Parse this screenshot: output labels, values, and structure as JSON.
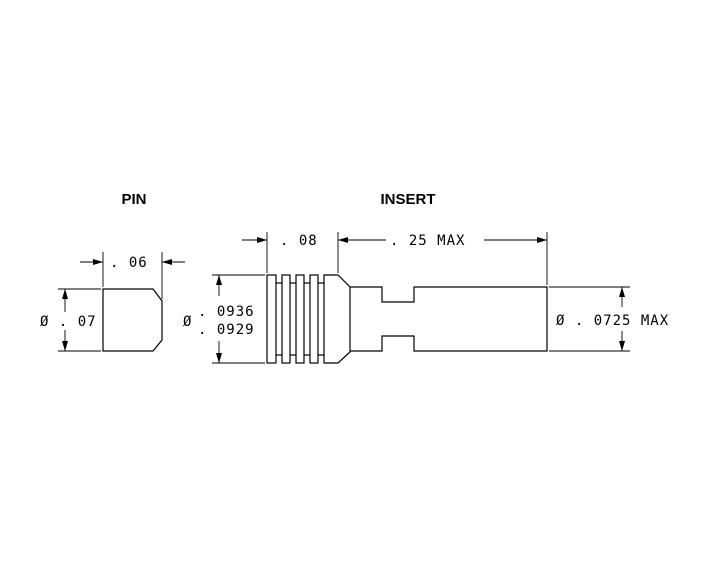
{
  "labels": {
    "pin_title": "PIN",
    "insert_title": "INSERT"
  },
  "dimensions": {
    "pin_length": ". 06",
    "pin_diameter": "Ø . 07",
    "insert_head_length": ". 08",
    "insert_body_length": ". 25  MAX",
    "insert_diameter_symbol": "Ø",
    "insert_diameter_upper": ". 0936",
    "insert_diameter_lower": ". 0929",
    "insert_tip_diameter": "Ø . 0725  MAX"
  }
}
